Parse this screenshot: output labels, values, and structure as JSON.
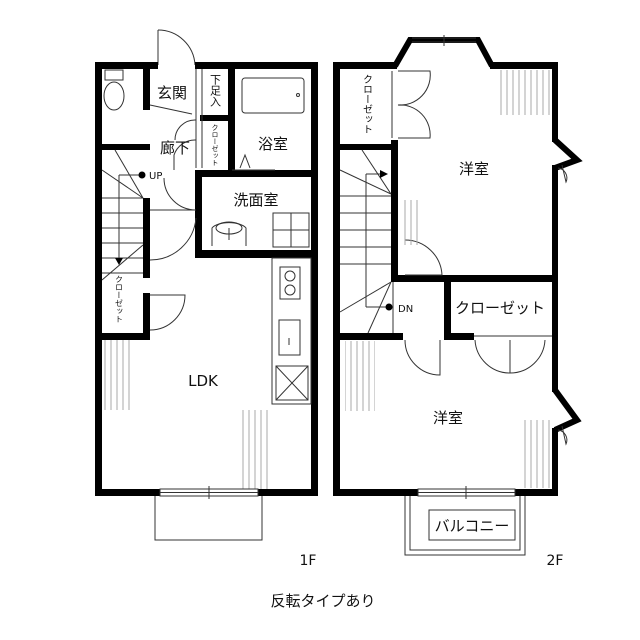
{
  "floor1": {
    "label": "1F",
    "rooms": {
      "entrance": "玄関",
      "shoe_storage": "下足入",
      "closet_small": "クローゼット",
      "hallway": "廊下",
      "bathroom": "浴室",
      "washroom": "洗面室",
      "stairs_up": "UP",
      "closet_stairs": "クローゼット",
      "ldk": "LDK"
    }
  },
  "floor2": {
    "label": "2F",
    "rooms": {
      "closet_top": "クローゼット",
      "western_room_1": "洋室",
      "stairs_down": "DN",
      "closet": "クローゼット",
      "western_room_2": "洋室",
      "balcony": "バルコニー"
    }
  },
  "note": "反転タイプあり",
  "colors": {
    "wall": "#000000",
    "fixture": "#555555",
    "hatch": "#aaaaaa"
  }
}
